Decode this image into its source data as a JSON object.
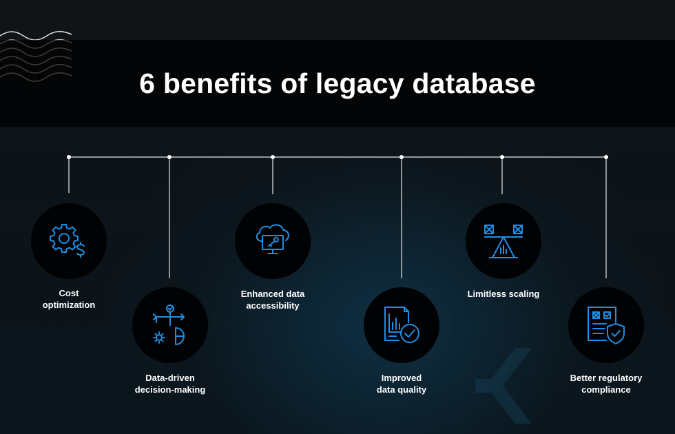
{
  "title": "6 benefits of legacy database",
  "colors": {
    "background": "#0d1419",
    "title_band": "#000000",
    "icon_blue": "#1e8fe6",
    "node_fill": "#010203",
    "line": "#ffffff"
  },
  "benefits": [
    {
      "line1": "Cost",
      "line2": "optimization",
      "icon": "gear-dollar-icon"
    },
    {
      "line1": "Data-driven",
      "line2": "decision-making",
      "icon": "decision-arrows-icon"
    },
    {
      "line1": "Enhanced data",
      "line2": "accessibility",
      "icon": "cloud-monitor-key-icon"
    },
    {
      "line1": "Improved",
      "line2": "data quality",
      "icon": "document-check-icon"
    },
    {
      "line1": "Limitless scaling",
      "line2": "",
      "icon": "balance-scale-icon"
    },
    {
      "line1": "Better regulatory",
      "line2": "compliance",
      "icon": "checklist-shield-icon"
    }
  ]
}
